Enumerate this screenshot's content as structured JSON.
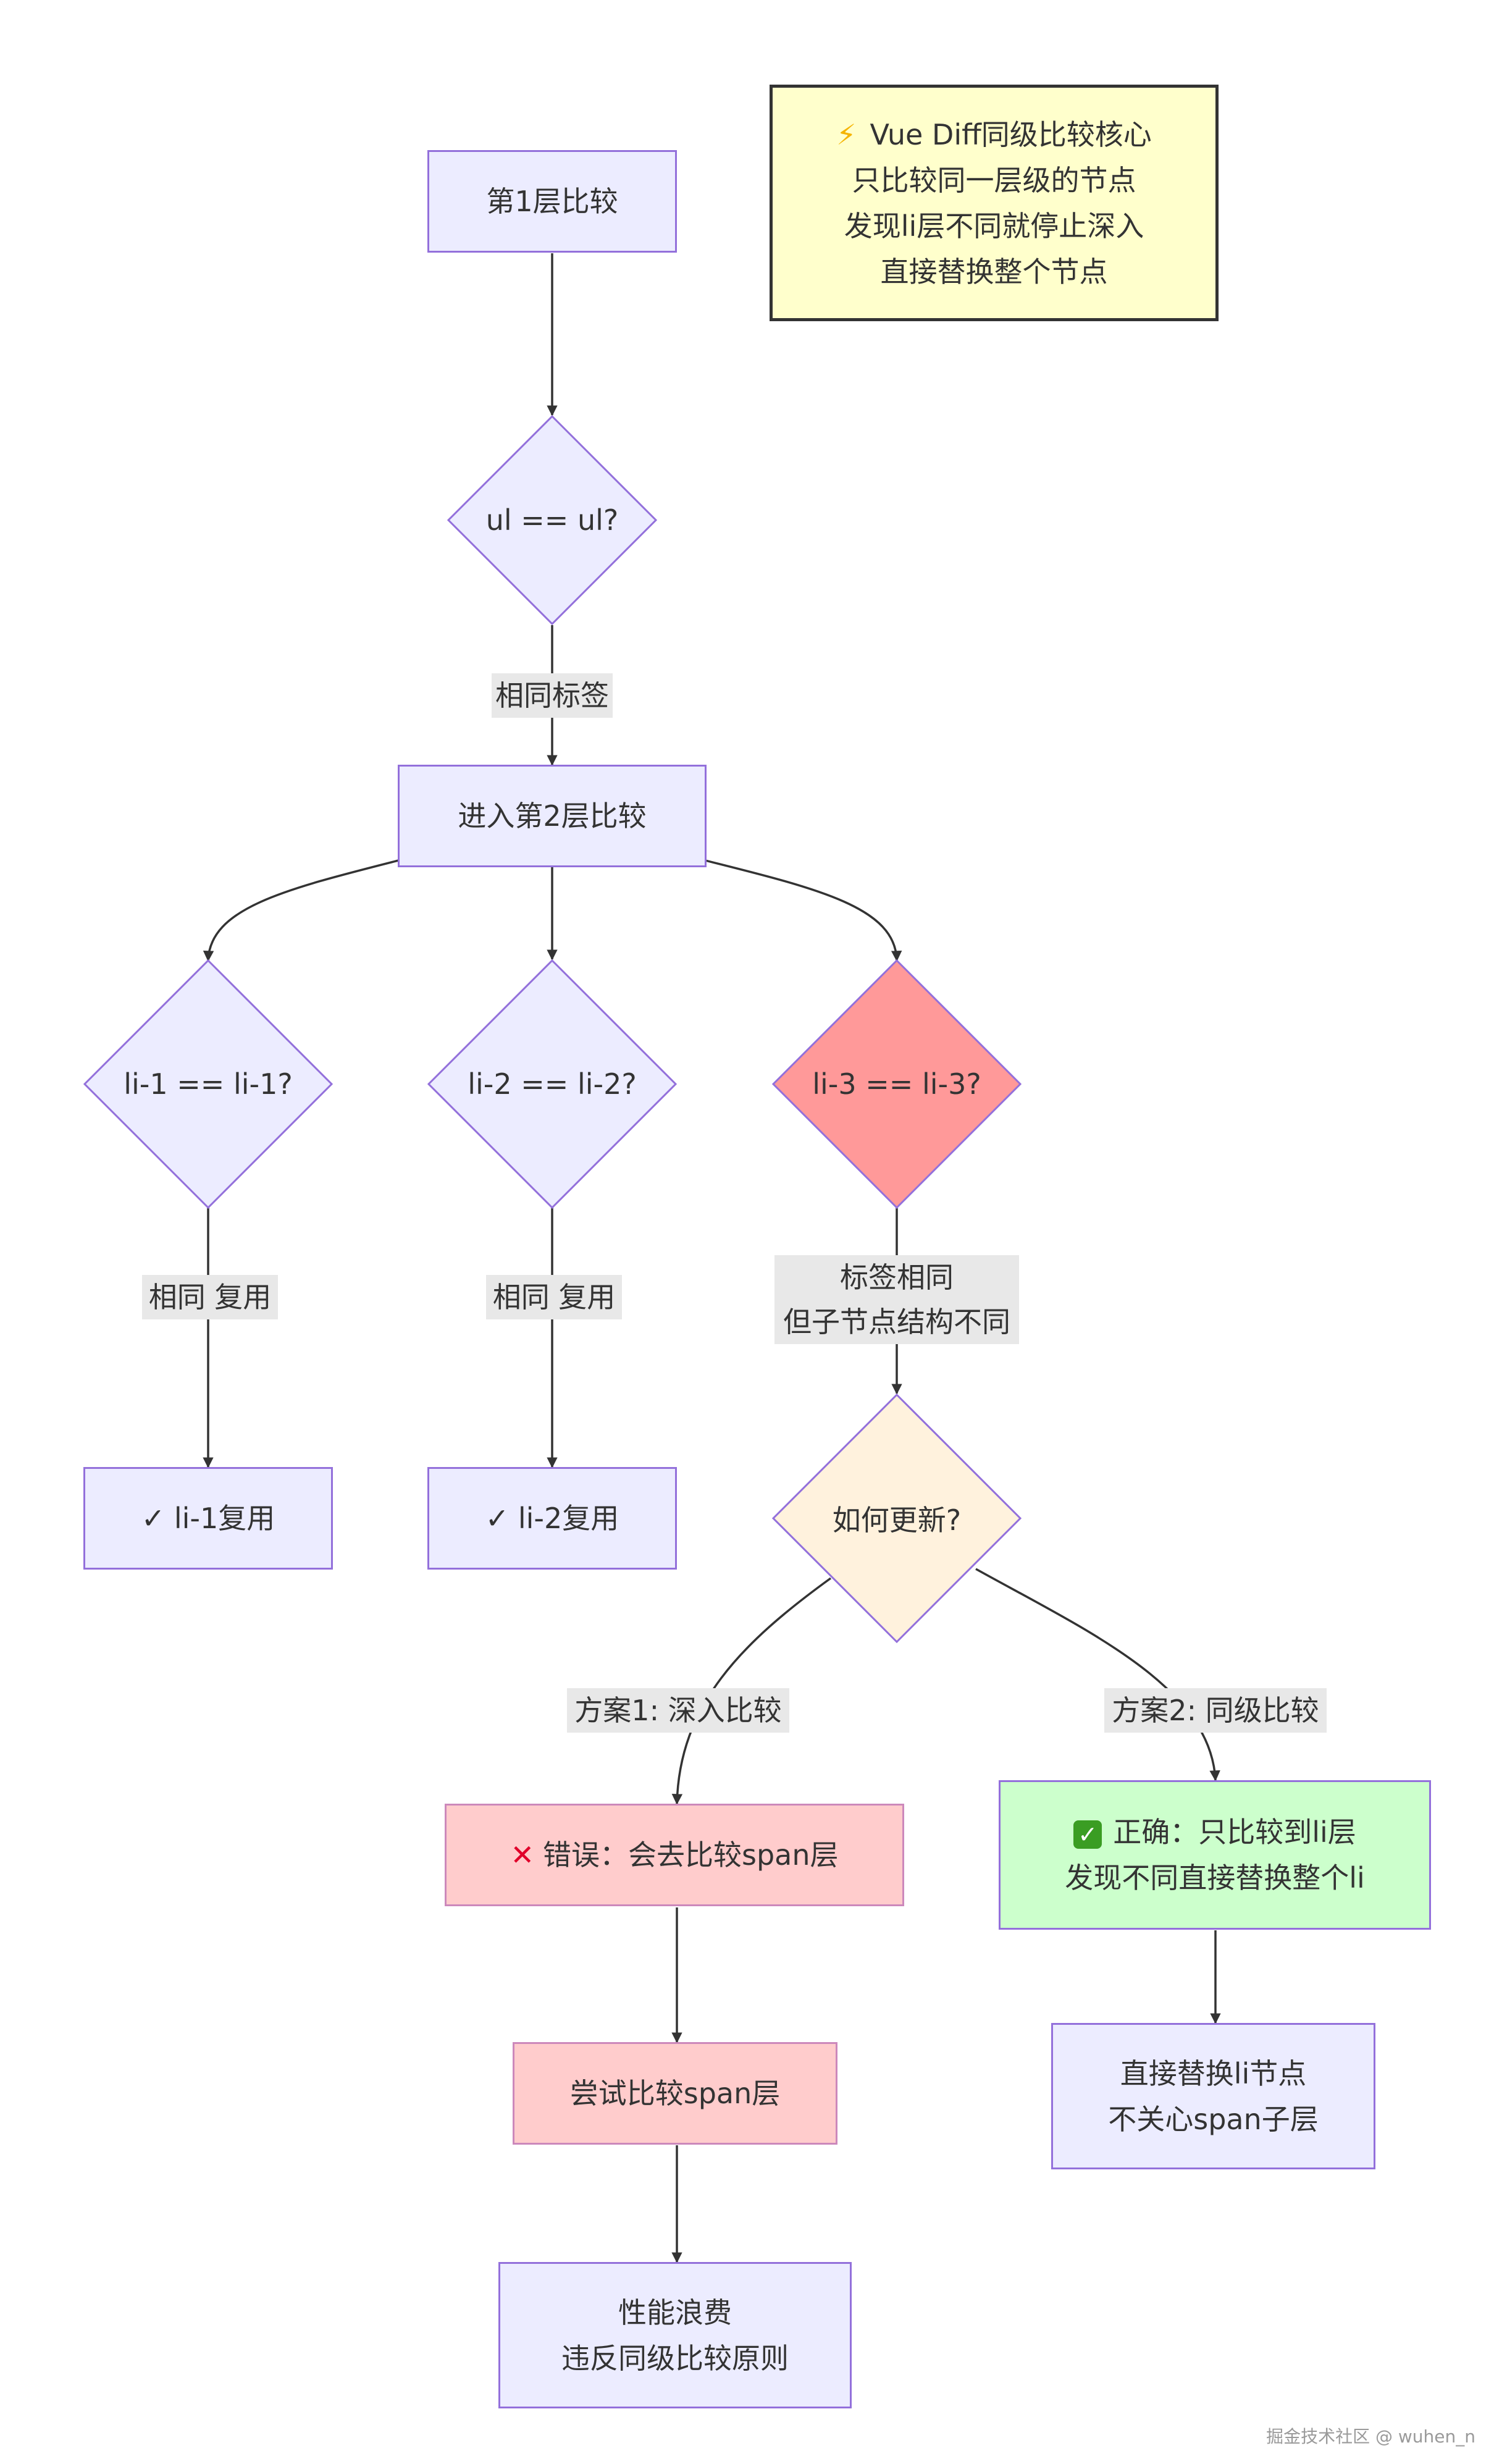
{
  "note": {
    "icon": "lightning-icon",
    "lines": [
      "Vue Diff同级比较核心",
      "只比较同一层级的节点",
      "发现li层不同就停止深入",
      "直接替换整个节点"
    ]
  },
  "nodes": {
    "level1": "第1层比较",
    "ul_check": "ul == ul?",
    "level2": "进入第2层比较",
    "li1_check": "li-1 == li-1?",
    "li2_check": "li-2 == li-2?",
    "li3_check": "li-3 == li-3?",
    "li1_reuse": "✓ li-1复用",
    "li2_reuse": "✓ li-2复用",
    "how_update": "如何更新?",
    "wrong": "错误：会去比较span层",
    "correct_lines": [
      "正确：只比较到li层",
      "发现不同直接替换整个li"
    ],
    "try_span": "尝试比较span层",
    "waste_lines": [
      "性能浪费",
      "违反同级比较原则"
    ],
    "replace_lines": [
      "直接替换li节点",
      "不关心span子层"
    ]
  },
  "edge_labels": {
    "same_tag": "相同标签",
    "same_reuse_1": "相同 复用",
    "same_reuse_2": "相同 复用",
    "tag_same_lines": [
      "标签相同",
      "但子节点结构不同"
    ],
    "plan1": "方案1: 深入比较",
    "plan2": "方案2: 同级比较"
  },
  "icons": {
    "wrong": "cross-mark-icon",
    "correct": "check-mark-button-icon"
  },
  "colors": {
    "node_fill": "#ececff",
    "node_stroke": "#9370db",
    "li3_fill": "#ff9999",
    "how_fill": "#fff2dd",
    "wrong_fill": "#ffcccc",
    "correct_fill": "#ccffcc",
    "note_fill": "#ffffcc",
    "edge": "#333333",
    "edge_label_bg": "#e8e8e8"
  },
  "watermark": "掘金技术社区 @ wuhen_n"
}
